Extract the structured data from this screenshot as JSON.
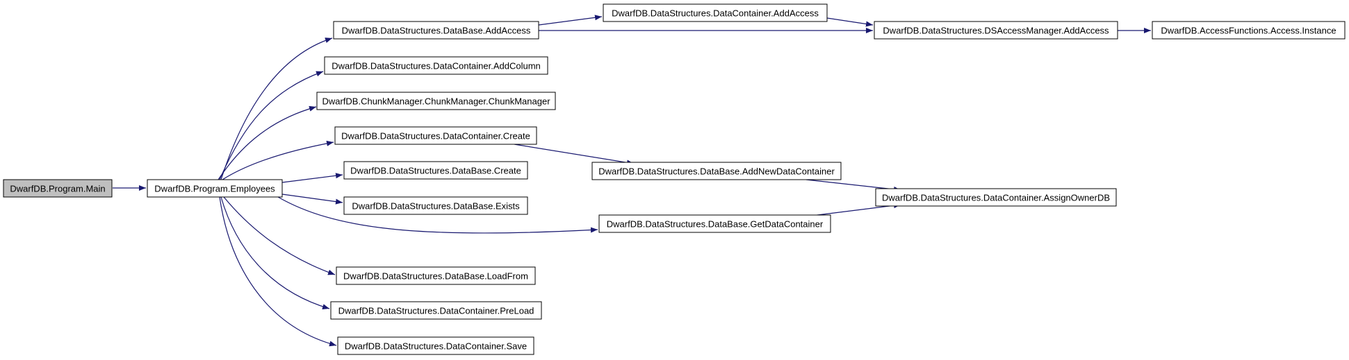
{
  "diagram": {
    "colors": {
      "edge": "#191970",
      "node_border": "#000000",
      "node_fill": "#ffffff",
      "root_fill": "#bfbfbf"
    },
    "nodes": [
      {
        "id": "main",
        "label": "DwarfDB.Program.Main",
        "root": true
      },
      {
        "id": "employees",
        "label": "DwarfDB.Program.Employees"
      },
      {
        "id": "db_addaccess",
        "label": "DwarfDB.DataStructures.DataBase.AddAccess"
      },
      {
        "id": "dc_addcolumn",
        "label": "DwarfDB.DataStructures.DataContainer.AddColumn"
      },
      {
        "id": "chunkmanager",
        "label": "DwarfDB.ChunkManager.ChunkManager.ChunkManager"
      },
      {
        "id": "dc_create",
        "label": "DwarfDB.DataStructures.DataContainer.Create"
      },
      {
        "id": "db_create",
        "label": "DwarfDB.DataStructures.DataBase.Create"
      },
      {
        "id": "db_exists",
        "label": "DwarfDB.DataStructures.DataBase.Exists"
      },
      {
        "id": "db_getdc",
        "label": "DwarfDB.DataStructures.DataBase.GetDataContainer"
      },
      {
        "id": "db_loadfrom",
        "label": "DwarfDB.DataStructures.DataBase.LoadFrom"
      },
      {
        "id": "dc_preload",
        "label": "DwarfDB.DataStructures.DataContainer.PreLoad"
      },
      {
        "id": "dc_save",
        "label": "DwarfDB.DataStructures.DataContainer.Save"
      },
      {
        "id": "dc_addaccess",
        "label": "DwarfDB.DataStructures.DataContainer.AddAccess"
      },
      {
        "id": "dsam_addaccess",
        "label": "DwarfDB.DataStructures.DSAccessManager.AddAccess"
      },
      {
        "id": "access_instance",
        "label": "DwarfDB.AccessFunctions.Access.Instance"
      },
      {
        "id": "db_addnewdc",
        "label": "DwarfDB.DataStructures.DataBase.AddNewDataContainer"
      },
      {
        "id": "dc_assignownerdb",
        "label": "DwarfDB.DataStructures.DataContainer.AssignOwnerDB"
      }
    ],
    "edges": [
      {
        "from": "main",
        "to": "employees"
      },
      {
        "from": "employees",
        "to": "db_addaccess"
      },
      {
        "from": "employees",
        "to": "dc_addcolumn"
      },
      {
        "from": "employees",
        "to": "chunkmanager"
      },
      {
        "from": "employees",
        "to": "dc_create"
      },
      {
        "from": "employees",
        "to": "db_create"
      },
      {
        "from": "employees",
        "to": "db_exists"
      },
      {
        "from": "employees",
        "to": "db_getdc"
      },
      {
        "from": "employees",
        "to": "db_loadfrom"
      },
      {
        "from": "employees",
        "to": "dc_preload"
      },
      {
        "from": "employees",
        "to": "dc_save"
      },
      {
        "from": "db_addaccess",
        "to": "dc_addaccess"
      },
      {
        "from": "db_addaccess",
        "to": "dsam_addaccess"
      },
      {
        "from": "dc_addaccess",
        "to": "dsam_addaccess"
      },
      {
        "from": "dsam_addaccess",
        "to": "access_instance"
      },
      {
        "from": "dc_create",
        "to": "db_addnewdc"
      },
      {
        "from": "db_addnewdc",
        "to": "dc_assignownerdb"
      },
      {
        "from": "db_getdc",
        "to": "dc_assignownerdb"
      }
    ]
  }
}
